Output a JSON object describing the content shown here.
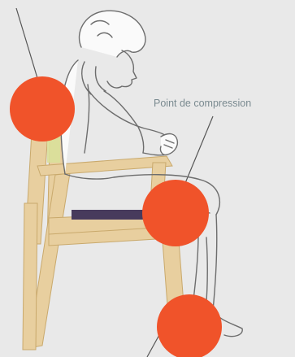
{
  "callouts": {
    "compression_label": "Point de compression"
  },
  "colors": {
    "background": "#e9e9e9",
    "marker": "#f0532a",
    "chair_wood": "#e8cf9f",
    "chair_wood_dark": "#d8b97f",
    "seat_cushion": "#473a5c",
    "outline": "#6d6d6d",
    "label_text": "#7a8a90",
    "leader_line": "#555555"
  },
  "markers": [
    {
      "id": "upper-back"
    },
    {
      "id": "thigh"
    },
    {
      "id": "heel"
    }
  ]
}
